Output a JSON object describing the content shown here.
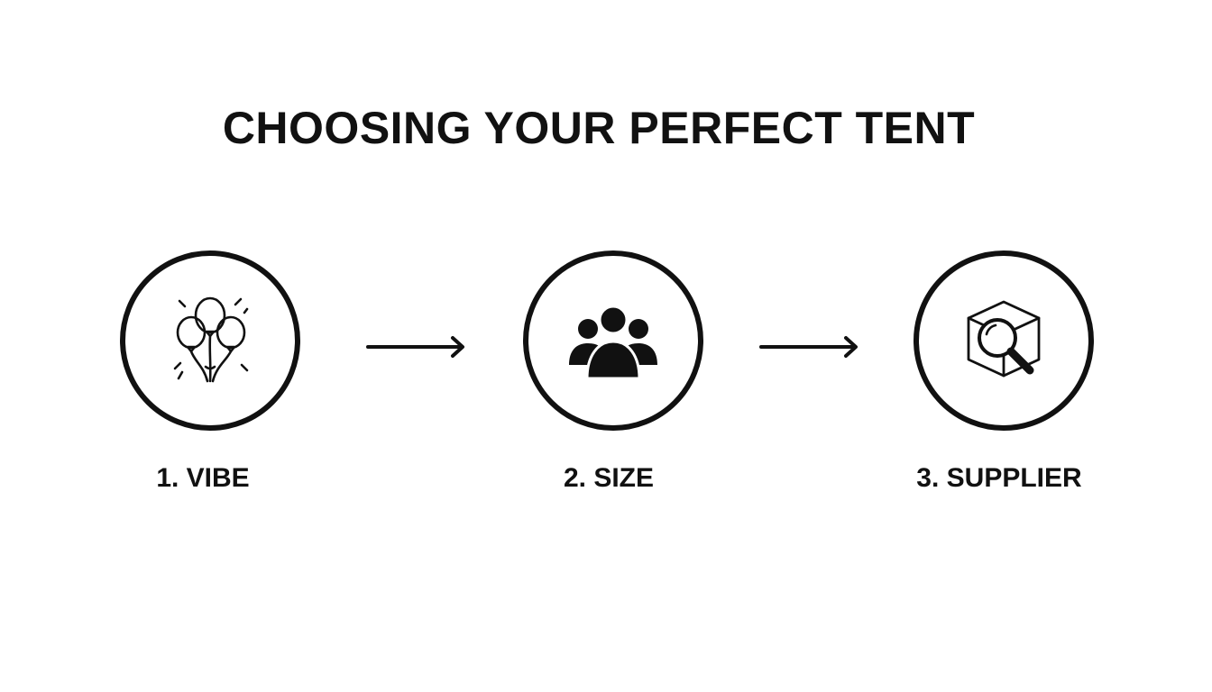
{
  "title": "CHOOSING YOUR PERFECT TENT",
  "steps": [
    {
      "label": "1. VIBE",
      "icon": "balloons-icon"
    },
    {
      "label": "2. SIZE",
      "icon": "people-group-icon"
    },
    {
      "label": "3. SUPPLIER",
      "icon": "box-magnifier-icon"
    }
  ],
  "colors": {
    "background": "#ffffff",
    "ink": "#111111"
  }
}
